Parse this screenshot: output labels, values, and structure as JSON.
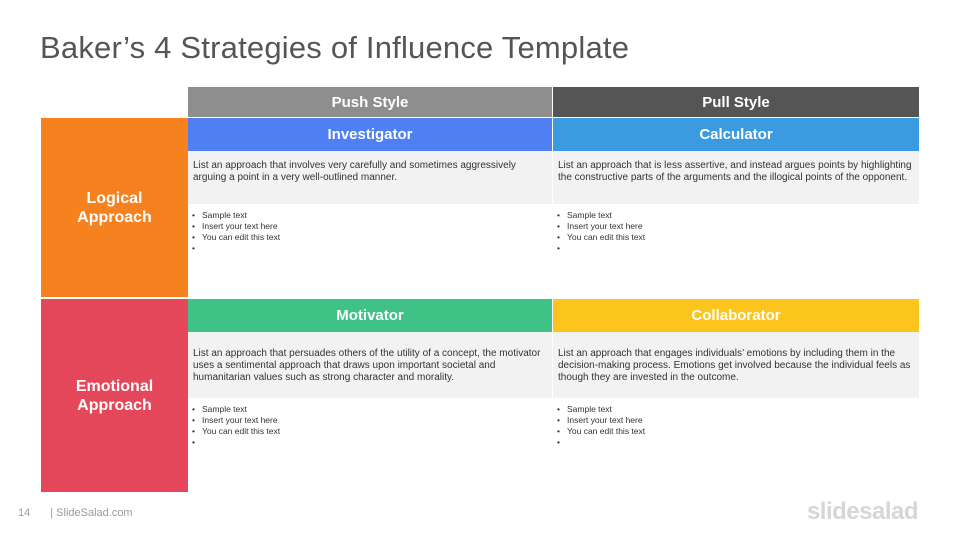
{
  "title": "Baker’s 4 Strategies of Influence Template",
  "columns": {
    "push": {
      "label": "Push Style",
      "color": "#8e8e8e"
    },
    "pull": {
      "label": "Pull Style",
      "color": "#555555"
    }
  },
  "rows": {
    "logical": {
      "line1": "Logical",
      "line2": "Approach",
      "color": "#f5821f"
    },
    "emotional": {
      "line1": "Emotional",
      "line2": "Approach",
      "color": "#e5475a"
    }
  },
  "quadrants": {
    "investigator": {
      "label": "Investigator",
      "color": "#4f80f2",
      "description": "List an approach that involves very carefully and sometimes aggressively arguing a point in a very well-outlined manner.",
      "bullets": [
        "Sample text",
        "Insert your text here",
        "You can edit this text",
        ""
      ]
    },
    "calculator": {
      "label": "Calculator",
      "color": "#3b9be0",
      "description": "List an approach that is less assertive, and instead argues points by highlighting the constructive parts of the arguments and the illogical points of the opponent.",
      "bullets": [
        "Sample text",
        "Insert your text here",
        "You can edit this text",
        ""
      ]
    },
    "motivator": {
      "label": "Motivator",
      "color": "#3fc286",
      "description": "List an approach that persuades others of the utility of a concept, the motivator uses a sentimental approach that draws upon important societal and humanitarian values such as strong character and morality.",
      "bullets": [
        "Sample text",
        "Insert your text here",
        "You can edit this text",
        ""
      ]
    },
    "collaborator": {
      "label": "Collaborator",
      "color": "#fbc51b",
      "description": "List an approach that engages individuals’ emotions by including them in the decision-making process. Emotions get involved because the individual feels as though they are invested in the outcome.",
      "bullets": [
        "Sample text",
        "Insert your text here",
        "You can edit this text",
        ""
      ]
    }
  },
  "footer": {
    "page": "14",
    "site": "| SlideSalad.com"
  },
  "brand": "slidesalad"
}
